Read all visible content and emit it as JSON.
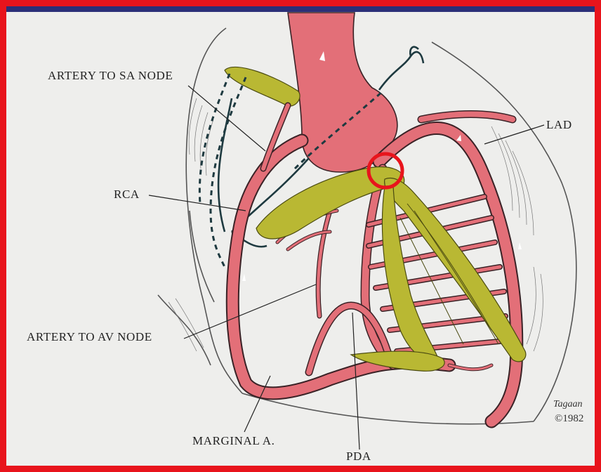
{
  "labels": {
    "sa_node": "ARTERY TO SA NODE",
    "rca": "RCA",
    "av_node": "ARTERY TO AV NODE",
    "marginal": "MARGINAL A.",
    "pda": "PDA",
    "lad": "LAD"
  },
  "signature": {
    "artist": "Tagaan",
    "copyright": "©1982"
  },
  "colors": {
    "frame": "#e8141c",
    "background": "#eeeeec",
    "artery": "#e36f78",
    "artery_outline": "#3a2226",
    "muscle": "#b9b833",
    "vein": "#1e3a40",
    "highlight_circle": "#e8141c"
  }
}
